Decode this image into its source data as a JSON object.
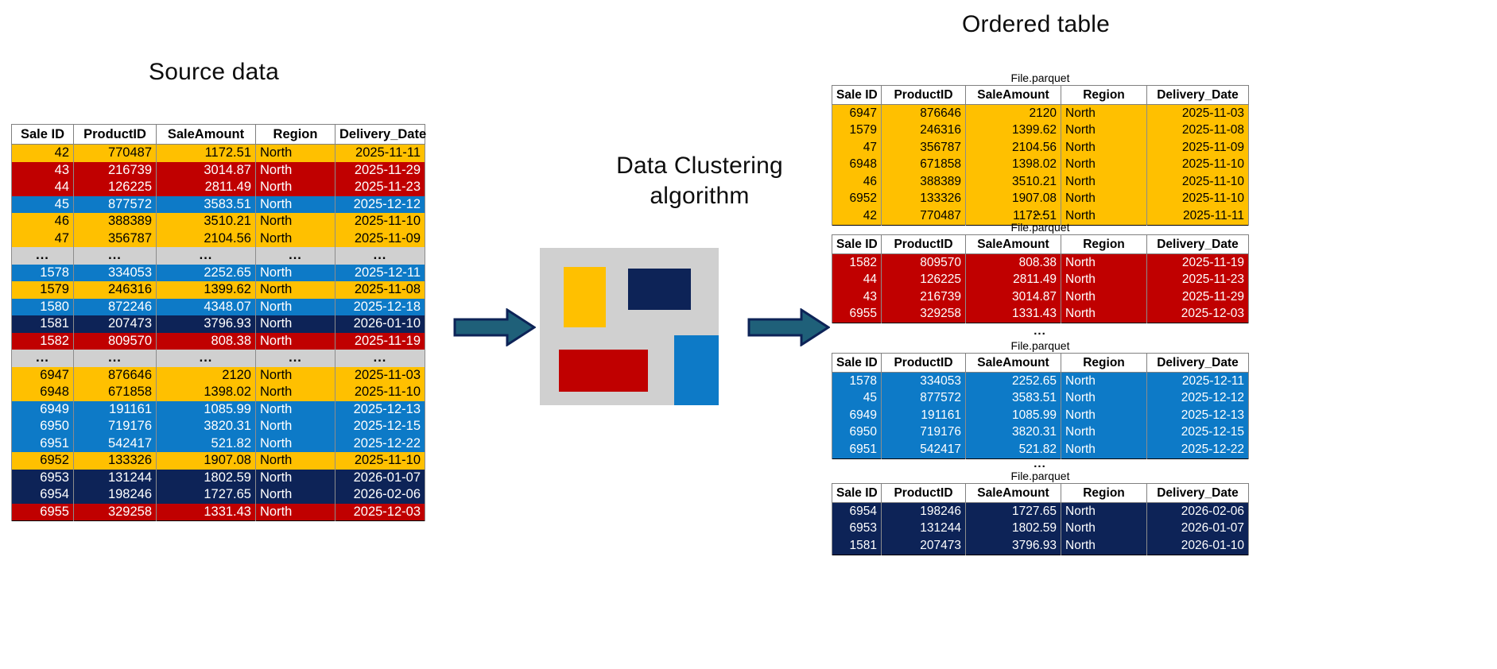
{
  "titles": {
    "source": "Source data",
    "algorithm": "Data Clustering algorithm",
    "ordered": "Ordered table"
  },
  "columns": [
    "Sale ID",
    "ProductID",
    "SaleAmount",
    "Region",
    "Delivery_Date"
  ],
  "file_label": "File.parquet",
  "ellipsis": "...",
  "colors": {
    "yellow": "#ffc000",
    "red": "#c00000",
    "blue": "#0d7ac7",
    "navy": "#0d2357",
    "gap": "#d0d0d0",
    "algo_box": "#d0d0d0",
    "arrow": "#1f6079"
  },
  "source_table": {
    "rows": [
      {
        "cluster": "yellow",
        "sale_id": "42",
        "product_id": "770487",
        "sale_amount": "1172.51",
        "region": "North",
        "delivery_date": "2025-11-11"
      },
      {
        "cluster": "red",
        "sale_id": "43",
        "product_id": "216739",
        "sale_amount": "3014.87",
        "region": "North",
        "delivery_date": "2025-11-29"
      },
      {
        "cluster": "red",
        "sale_id": "44",
        "product_id": "126225",
        "sale_amount": "2811.49",
        "region": "North",
        "delivery_date": "2025-11-23"
      },
      {
        "cluster": "blue",
        "sale_id": "45",
        "product_id": "877572",
        "sale_amount": "3583.51",
        "region": "North",
        "delivery_date": "2025-12-12"
      },
      {
        "cluster": "yellow",
        "sale_id": "46",
        "product_id": "388389",
        "sale_amount": "3510.21",
        "region": "North",
        "delivery_date": "2025-11-10"
      },
      {
        "cluster": "yellow",
        "sale_id": "47",
        "product_id": "356787",
        "sale_amount": "2104.56",
        "region": "North",
        "delivery_date": "2025-11-09"
      },
      {
        "cluster": "gap",
        "sale_id": "...",
        "product_id": "...",
        "sale_amount": "...",
        "region": "...",
        "delivery_date": "..."
      },
      {
        "cluster": "blue",
        "sale_id": "1578",
        "product_id": "334053",
        "sale_amount": "2252.65",
        "region": "North",
        "delivery_date": "2025-12-11"
      },
      {
        "cluster": "yellow",
        "sale_id": "1579",
        "product_id": "246316",
        "sale_amount": "1399.62",
        "region": "North",
        "delivery_date": "2025-11-08"
      },
      {
        "cluster": "blue",
        "sale_id": "1580",
        "product_id": "872246",
        "sale_amount": "4348.07",
        "region": "North",
        "delivery_date": "2025-12-18"
      },
      {
        "cluster": "navy",
        "sale_id": "1581",
        "product_id": "207473",
        "sale_amount": "3796.93",
        "region": "North",
        "delivery_date": "2026-01-10"
      },
      {
        "cluster": "red",
        "sale_id": "1582",
        "product_id": "809570",
        "sale_amount": "808.38",
        "region": "North",
        "delivery_date": "2025-11-19"
      },
      {
        "cluster": "gap",
        "sale_id": "...",
        "product_id": "...",
        "sale_amount": "...",
        "region": "...",
        "delivery_date": "..."
      },
      {
        "cluster": "yellow",
        "sale_id": "6947",
        "product_id": "876646",
        "sale_amount": "2120",
        "region": "North",
        "delivery_date": "2025-11-03"
      },
      {
        "cluster": "yellow",
        "sale_id": "6948",
        "product_id": "671858",
        "sale_amount": "1398.02",
        "region": "North",
        "delivery_date": "2025-11-10"
      },
      {
        "cluster": "blue",
        "sale_id": "6949",
        "product_id": "191161",
        "sale_amount": "1085.99",
        "region": "North",
        "delivery_date": "2025-12-13"
      },
      {
        "cluster": "blue",
        "sale_id": "6950",
        "product_id": "719176",
        "sale_amount": "3820.31",
        "region": "North",
        "delivery_date": "2025-12-15"
      },
      {
        "cluster": "blue",
        "sale_id": "6951",
        "product_id": "542417",
        "sale_amount": "521.82",
        "region": "North",
        "delivery_date": "2025-12-22"
      },
      {
        "cluster": "yellow",
        "sale_id": "6952",
        "product_id": "133326",
        "sale_amount": "1907.08",
        "region": "North",
        "delivery_date": "2025-11-10"
      },
      {
        "cluster": "navy",
        "sale_id": "6953",
        "product_id": "131244",
        "sale_amount": "1802.59",
        "region": "North",
        "delivery_date": "2026-01-07"
      },
      {
        "cluster": "navy",
        "sale_id": "6954",
        "product_id": "198246",
        "sale_amount": "1727.65",
        "region": "North",
        "delivery_date": "2026-02-06"
      },
      {
        "cluster": "red",
        "sale_id": "6955",
        "product_id": "329258",
        "sale_amount": "1331.43",
        "region": "North",
        "delivery_date": "2025-12-03"
      }
    ]
  },
  "ordered_tables": [
    {
      "cluster": "yellow",
      "rows": [
        {
          "sale_id": "6947",
          "product_id": "876646",
          "sale_amount": "2120",
          "region": "North",
          "delivery_date": "2025-11-03"
        },
        {
          "sale_id": "1579",
          "product_id": "246316",
          "sale_amount": "1399.62",
          "region": "North",
          "delivery_date": "2025-11-08"
        },
        {
          "sale_id": "47",
          "product_id": "356787",
          "sale_amount": "2104.56",
          "region": "North",
          "delivery_date": "2025-11-09"
        },
        {
          "sale_id": "6948",
          "product_id": "671858",
          "sale_amount": "1398.02",
          "region": "North",
          "delivery_date": "2025-11-10"
        },
        {
          "sale_id": "46",
          "product_id": "388389",
          "sale_amount": "3510.21",
          "region": "North",
          "delivery_date": "2025-11-10"
        },
        {
          "sale_id": "6952",
          "product_id": "133326",
          "sale_amount": "1907.08",
          "region": "North",
          "delivery_date": "2025-11-10"
        },
        {
          "sale_id": "42",
          "product_id": "770487",
          "sale_amount": "1172.51",
          "region": "North",
          "delivery_date": "2025-11-11"
        }
      ]
    },
    {
      "cluster": "red",
      "rows": [
        {
          "sale_id": "1582",
          "product_id": "809570",
          "sale_amount": "808.38",
          "region": "North",
          "delivery_date": "2025-11-19"
        },
        {
          "sale_id": "44",
          "product_id": "126225",
          "sale_amount": "2811.49",
          "region": "North",
          "delivery_date": "2025-11-23"
        },
        {
          "sale_id": "43",
          "product_id": "216739",
          "sale_amount": "3014.87",
          "region": "North",
          "delivery_date": "2025-11-29"
        },
        {
          "sale_id": "6955",
          "product_id": "329258",
          "sale_amount": "1331.43",
          "region": "North",
          "delivery_date": "2025-12-03"
        }
      ]
    },
    {
      "cluster": "blue",
      "rows": [
        {
          "sale_id": "1578",
          "product_id": "334053",
          "sale_amount": "2252.65",
          "region": "North",
          "delivery_date": "2025-12-11"
        },
        {
          "sale_id": "45",
          "product_id": "877572",
          "sale_amount": "3583.51",
          "region": "North",
          "delivery_date": "2025-12-12"
        },
        {
          "sale_id": "6949",
          "product_id": "191161",
          "sale_amount": "1085.99",
          "region": "North",
          "delivery_date": "2025-12-13"
        },
        {
          "sale_id": "6950",
          "product_id": "719176",
          "sale_amount": "3820.31",
          "region": "North",
          "delivery_date": "2025-12-15"
        },
        {
          "sale_id": "6951",
          "product_id": "542417",
          "sale_amount": "521.82",
          "region": "North",
          "delivery_date": "2025-12-22"
        }
      ]
    },
    {
      "cluster": "navy",
      "rows": [
        {
          "sale_id": "6954",
          "product_id": "198246",
          "sale_amount": "1727.65",
          "region": "North",
          "delivery_date": "2026-02-06"
        },
        {
          "sale_id": "6953",
          "product_id": "131244",
          "sale_amount": "1802.59",
          "region": "North",
          "delivery_date": "2026-01-07"
        },
        {
          "sale_id": "1581",
          "product_id": "207473",
          "sale_amount": "3796.93",
          "region": "North",
          "delivery_date": "2026-01-10"
        }
      ]
    }
  ]
}
